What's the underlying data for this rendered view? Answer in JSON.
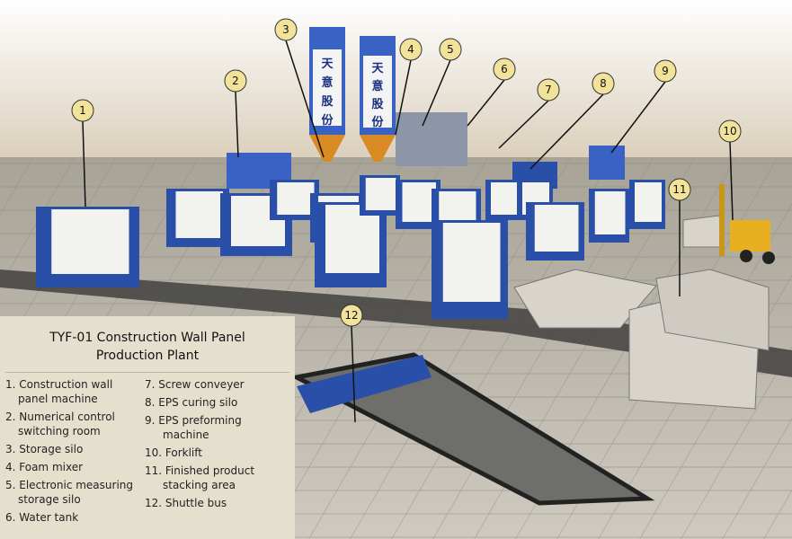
{
  "title_line1": "TYF-01 Construction Wall Panel",
  "title_line2": "Production Plant",
  "legend_left": [
    "1. Construction wall panel machine",
    "2. Numerical control switching room",
    "3. Storage silo",
    "4. Foam mixer",
    "5. Electronic measuring storage silo",
    "6. Water tank"
  ],
  "legend_right": [
    "7. Screw conveyer",
    "8. EPS curing silo",
    "9. EPS preforming machine",
    "10. Forklift",
    "11. Finished product stacking area",
    "12. Shuttle bus"
  ],
  "callouts": [
    "1",
    "2",
    "3",
    "4",
    "5",
    "6",
    "7",
    "8",
    "9",
    "10",
    "11",
    "12"
  ],
  "silo_text": [
    "天",
    "意",
    "股",
    "份"
  ],
  "colors": {
    "machine_blue": "#2a4fa8",
    "callout_fill": "#f3e39a",
    "legend_bg": "#e4e0cd",
    "floor": "#b9b4a8"
  }
}
